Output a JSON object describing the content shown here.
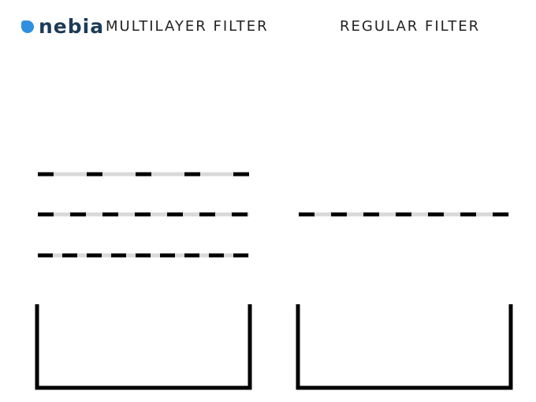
{
  "brand": {
    "name": "nebia",
    "logo_color": "#2f8fe0",
    "text_color": "#1d3b57"
  },
  "panels": [
    {
      "title": "MULTILAYER FILTER",
      "layers": 3
    },
    {
      "title": "REGULAR FILTER",
      "layers": 1
    }
  ],
  "colors": {
    "dash_dark": "#000000",
    "dash_light": "#d9d9d9",
    "container": "#000000"
  }
}
